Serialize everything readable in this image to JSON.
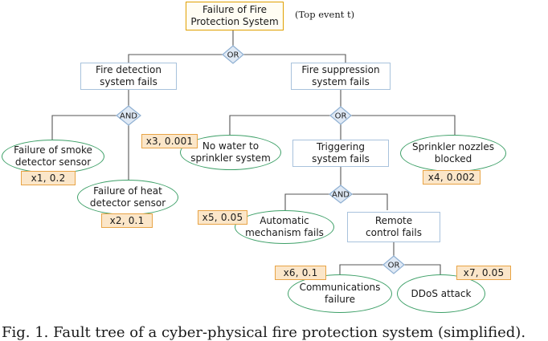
{
  "top_note": "(Top event t)",
  "caption": "Fig. 1.  Fault tree of a cyber-physical fire protection system (simplified).",
  "nodes": {
    "top": "Failure of Fire\nProtection System",
    "detect": "Fire detection\nsystem fails",
    "suppress": "Fire suppression\nsystem fails",
    "smoke": "Failure of smoke\ndetector sensor",
    "heat": "Failure of heat\ndetector sensor",
    "water": "No water to\nsprinkler system",
    "trigger": "Triggering\nsystem fails",
    "nozzle": "Sprinkler nozzles\nblocked",
    "auto": "Automatic\nmechanism fails",
    "remote": "Remote\ncontrol fails",
    "comm": "Communications\nfailure",
    "ddos": "DDoS attack"
  },
  "probabilities": {
    "x1": "x1, 0.2",
    "x2": "x2, 0.1",
    "x3": "x3, 0.001",
    "x4": "x4, 0.002",
    "x5": "x5, 0.05",
    "x6": "x6, 0.1",
    "x7": "x7, 0.05"
  },
  "gates": {
    "g_top": "OR",
    "g_detect": "AND",
    "g_suppress": "OR",
    "g_trigger": "AND",
    "g_remote": "OR"
  },
  "colors": {
    "top_border": "#e0a000",
    "event_border": "#a8c2dc",
    "basic_border": "#3ea068",
    "prob_border": "#e8a446",
    "prob_fill": "#fbe6c9",
    "gate_border": "#8fb0d2",
    "gate_fill": "#dfe9f5"
  }
}
